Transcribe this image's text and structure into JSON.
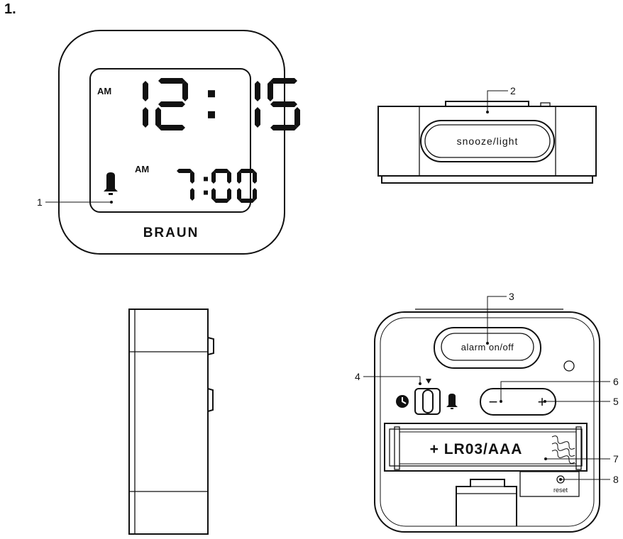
{
  "step_label": "1.",
  "front_view": {
    "time_meridiem": "AM",
    "time_digits": "12:15",
    "alarm_meridiem": "AM",
    "alarm_digits": "7:00",
    "brand": "BRAUN"
  },
  "top_view": {
    "button_label": "snooze/light"
  },
  "back_view": {
    "alarm_button_label": "alarm on/off",
    "battery_label": "+ LR03/AAA",
    "reset_label": "reset",
    "minus_symbol": "−",
    "plus_symbol": "+"
  },
  "callouts": [
    "1",
    "2",
    "3",
    "4",
    "5",
    "6",
    "7",
    "8"
  ],
  "colors": {
    "ink": "#111111",
    "background": "#ffffff"
  }
}
